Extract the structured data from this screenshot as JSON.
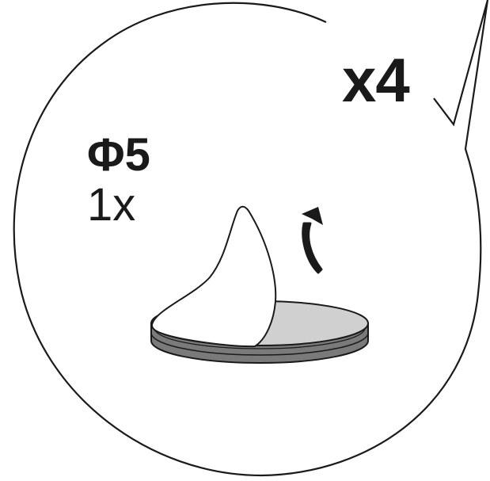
{
  "callout": {
    "quantity_label": "x4"
  },
  "part": {
    "size_label": "Φ5",
    "count_label": "1x"
  },
  "colors": {
    "outline": "#1a1a1a",
    "pad_top": "#d0d0d0",
    "pad_side": "#7a7a7a",
    "liner": "#ffffff"
  },
  "icons": {
    "peel_arrow": "curved-up-arrow-icon",
    "adhesive_pad": "round-adhesive-pad-icon"
  }
}
